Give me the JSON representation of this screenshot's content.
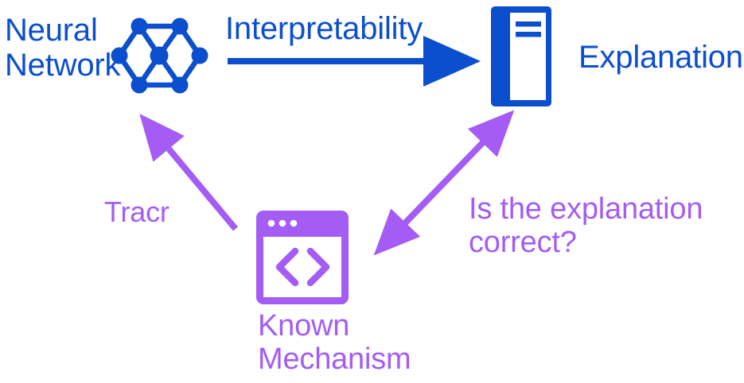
{
  "diagram": {
    "title": "Tracr interpretability evaluation loop",
    "background": "#ffffff",
    "colors": {
      "blue": "#0B4FCE",
      "purple": "#A45CF5",
      "white": "#ffffff"
    },
    "nodes": {
      "neural_network": {
        "label": "Neural\nNetwork",
        "icon": "neural-network-icon",
        "color": "#0B4FCE"
      },
      "explanation": {
        "label": "Explanation",
        "icon": "book-document-icon",
        "color": "#0B4FCE"
      },
      "known_mechanism": {
        "label": "Known\nMechanism",
        "icon": "code-window-icon",
        "color": "#A45CF5"
      }
    },
    "edges": {
      "interpretability": {
        "label": "Interpretability",
        "color": "#0B4FCE",
        "direction": "neural-network-to-explanation",
        "arrowheads": 1
      },
      "tracr": {
        "label": "Tracr",
        "color": "#A45CF5",
        "direction": "known-mechanism-to-neural-network",
        "arrowheads": 1
      },
      "verification": {
        "label": "Is the explanation\ncorrect?",
        "color": "#A45CF5",
        "direction": "bidirectional-known-mechanism-explanation",
        "arrowheads": 2
      }
    }
  }
}
